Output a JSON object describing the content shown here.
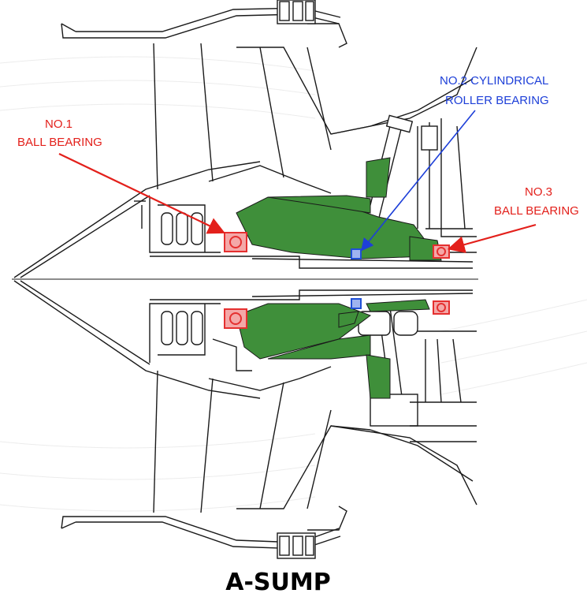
{
  "title": "A-SUMP",
  "colors": {
    "oil_cavity": "#3f8f3a",
    "bearing_red": "#e53030",
    "bearing_blue": "#1f4fd6",
    "label_red": "#e3201b",
    "label_blue": "#1d3fd8",
    "line": "#1a1a1a"
  },
  "labels": {
    "no1": {
      "line1": "NO.1",
      "line2": "BALL BEARING"
    },
    "no2": {
      "line1": "NO.2 CYLINDRICAL",
      "line2": "ROLLER BEARING"
    },
    "no3": {
      "line1": "NO.3",
      "line2": "BALL BEARING"
    }
  }
}
